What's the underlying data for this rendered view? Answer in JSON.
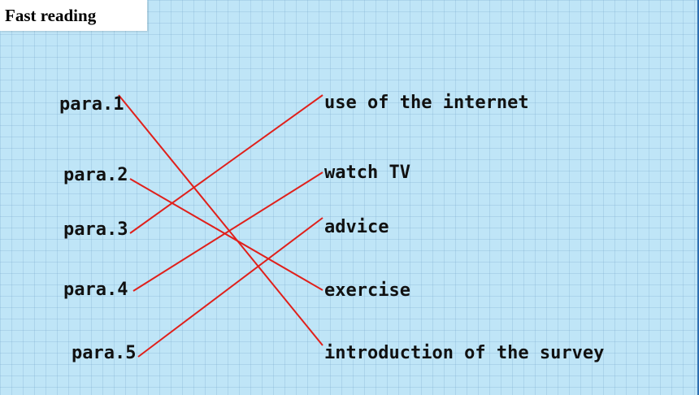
{
  "title": "Fast reading",
  "colors": {
    "line": "#e0201b",
    "background": "#bfe5f7"
  },
  "paragraphs": [
    "para.1",
    "para.2",
    "para.3",
    "para.4",
    "para.5"
  ],
  "topics": [
    "use of the internet",
    "watch TV",
    "advice",
    "exercise",
    "introduction of the survey"
  ],
  "matches": [
    {
      "para": "para.1",
      "topic": "introduction of the survey"
    },
    {
      "para": "para.2",
      "topic": "exercise"
    },
    {
      "para": "para.3",
      "topic": "use of the internet"
    },
    {
      "para": "para.4",
      "topic": "watch TV"
    },
    {
      "para": "para.5",
      "topic": "advice"
    }
  ]
}
